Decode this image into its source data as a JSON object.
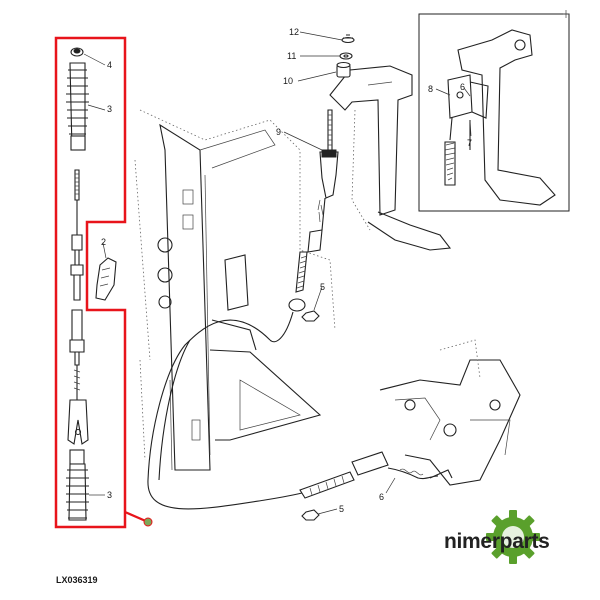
{
  "figure_code": "LX036319",
  "brand": {
    "name": "nimerparts",
    "colors": {
      "gear": "#5aa02c",
      "text": "#222222",
      "highlight": "#e8141b"
    }
  },
  "callouts": {
    "c12": "12",
    "c11": "11",
    "c10": "10",
    "c9": "9",
    "c8": "8",
    "c7": "7",
    "c6_inset": "6",
    "c6": "6",
    "c5_upper": "5",
    "c5_lower": "5",
    "c4": "4",
    "c3_upper": "3",
    "c3_lower": "3",
    "c2": "2"
  }
}
